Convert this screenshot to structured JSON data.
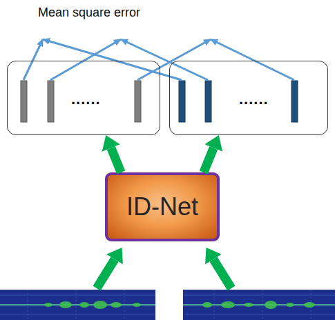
{
  "diagram": {
    "title": "Mean square error",
    "nodes": [
      {
        "text": [
          "......"
        ]
      },
      {
        "text": [
          "......"
        ]
      },
      {
        "text": [
          "ID-Net"
        ]
      }
    ],
    "edges": [
      {
        "from": 2,
        "to": 0,
        "arrow": "to"
      },
      {
        "from": 2,
        "to": 1,
        "arrow": "to"
      }
    ]
  }
}
